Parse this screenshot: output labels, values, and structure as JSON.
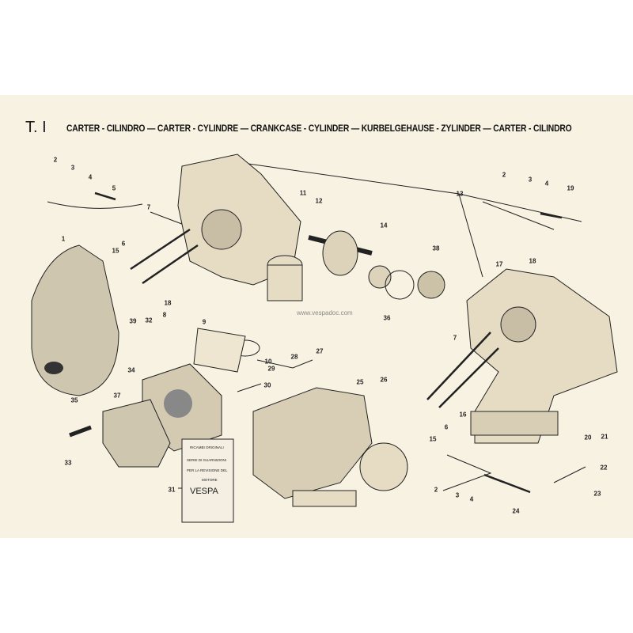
{
  "plate_number": "T. I",
  "heading": "CARTER - CILINDRO — CARTER - CYLINDRE — CRANKCASE - CYLINDER — KURBELGEHAUSE - ZYLINDER — CARTER - CILINDRO",
  "watermark": "www.vespadoc.com",
  "gasket_pack": {
    "brand": "RICAMBI ORIGINALI",
    "line1": "SERIE DI GUARNIZIONI",
    "line2": "PER LA REVISIONE DEL",
    "line3": "MOTORE",
    "logo": "VESPA"
  },
  "labels": [
    "2",
    "3",
    "4",
    "5",
    "7",
    "1",
    "6",
    "15",
    "18",
    "32",
    "8",
    "39",
    "9",
    "11",
    "12",
    "13",
    "14",
    "38",
    "36",
    "10",
    "29",
    "28",
    "27",
    "30",
    "25",
    "34",
    "35",
    "37",
    "33",
    "31",
    "2",
    "3",
    "4",
    "19",
    "17",
    "18",
    "7",
    "26",
    "6",
    "15",
    "16",
    "20",
    "21",
    "22",
    "23",
    "2",
    "3",
    "4",
    "24"
  ]
}
